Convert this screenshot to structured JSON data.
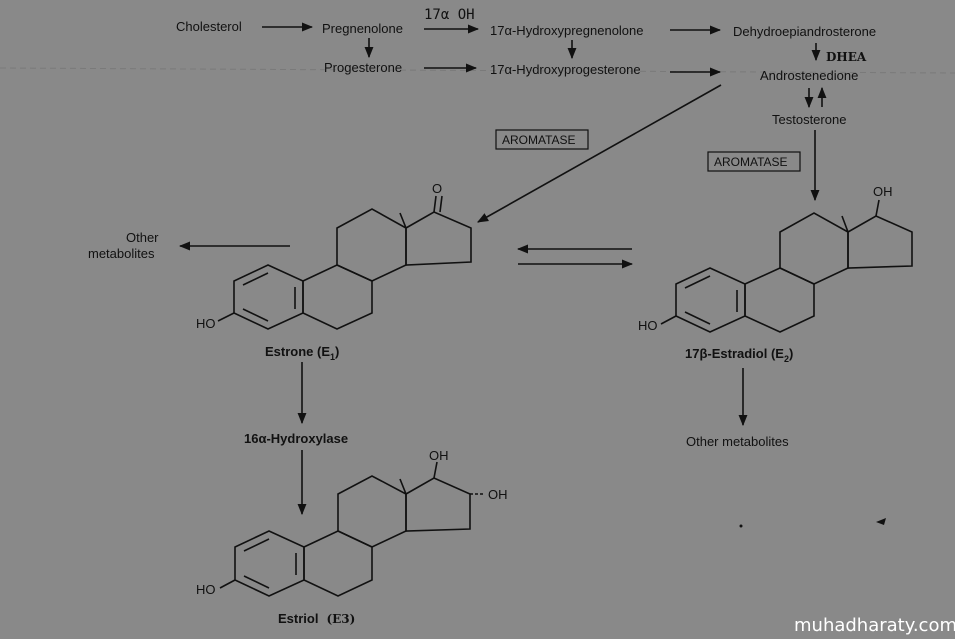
{
  "pathway": {
    "cholesterol": "Cholesterol",
    "pregnenolone": "Pregnenolone",
    "hydroxypregnenolone": "17α-Hydroxypregnenolone",
    "dhea_full": "Dehydroepiandrosterone",
    "dhea_abbr": "DHEA",
    "progesterone": "Progesterone",
    "hydroxyprogesterone": "17α-Hydroxyprogesterone",
    "androstenedione": "Androstenedione",
    "testosterone": "Testosterone",
    "handwritten_note": "17α OH"
  },
  "enzymes": {
    "aromatase_left": "AROMATASE",
    "aromatase_right": "AROMATASE",
    "hydroxylase": "16α-Hydroxylase"
  },
  "estrone": {
    "name_main": "Estrone (E",
    "name_sub": "1",
    "name_close": ")",
    "ho": "HO",
    "o": "O"
  },
  "estradiol": {
    "name_main": "17β-Estradiol (E",
    "name_sub": "2",
    "name_close": ")",
    "ho": "HO",
    "oh": "OH"
  },
  "estriol": {
    "name_main": "Estriol",
    "name_abbr": "(E3)",
    "ho": "HO",
    "oh_top": "OH",
    "oh_side": "OH"
  },
  "other_metabolites": {
    "left_line1": "Other",
    "left_line2": "metabolites",
    "right": "Other metabolites"
  },
  "watermark": "muhadharaty.com"
}
